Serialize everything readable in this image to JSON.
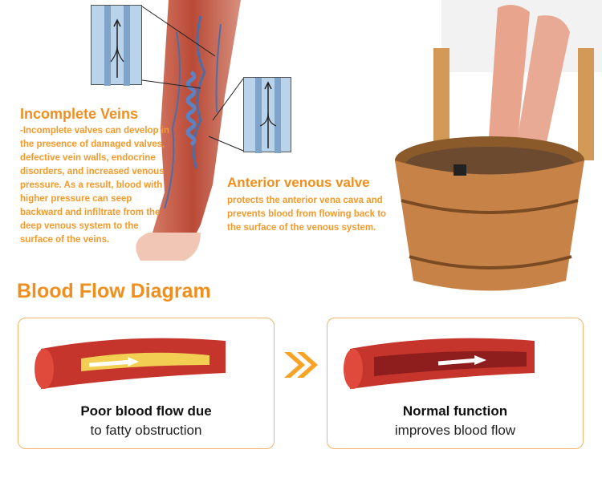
{
  "left_section": {
    "title": "Incomplete Veins",
    "description": "-Incomplete valves can develop in the presence of damaged valves, defective vein walls, endocrine disorders, and increased venous pressure. As a result, blood with higher pressure can seep backward and infiltrate from the deep venous system to the surface of the veins."
  },
  "valve_section": {
    "title": "Anterior venous valve",
    "description": "protects the anterior vena cava and prevents blood from flowing back to the surface of the venous system."
  },
  "diagram": {
    "title": "Blood Flow Diagram",
    "poor": {
      "title": "Poor blood flow due",
      "subtitle": "to fatty obstruction"
    },
    "normal": {
      "title": "Normal function",
      "subtitle": "improves blood flow"
    }
  },
  "colors": {
    "accent": "#f08f1e",
    "card_border": "#f3b46a",
    "vessel": "#c5352c"
  }
}
